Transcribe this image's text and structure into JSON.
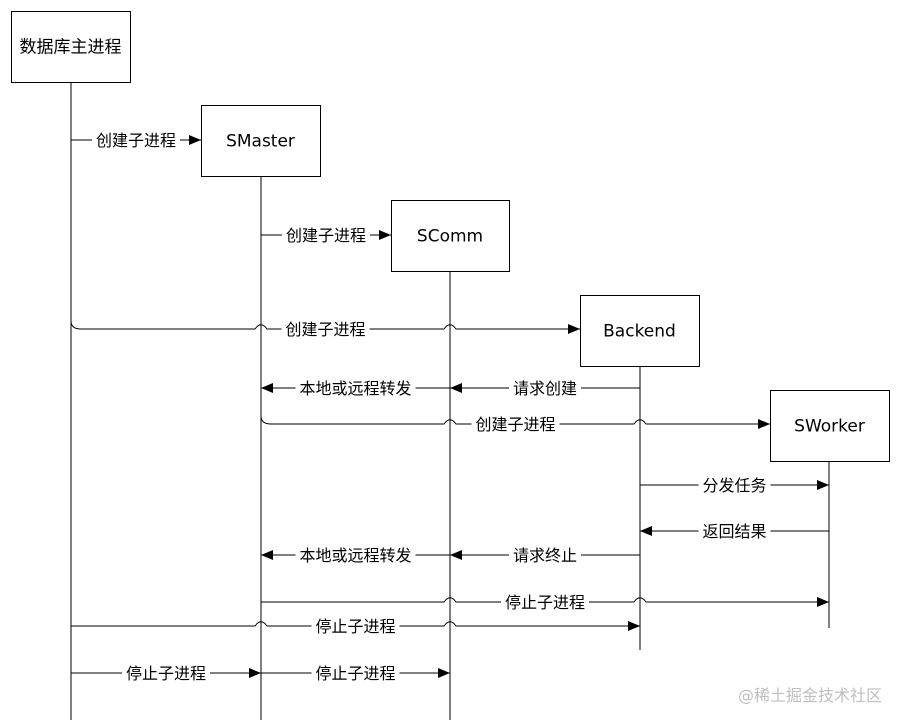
{
  "participants": [
    {
      "id": "main",
      "label": "数据库主进程"
    },
    {
      "id": "smaster",
      "label": "SMaster"
    },
    {
      "id": "scomm",
      "label": "SComm"
    },
    {
      "id": "backend",
      "label": "Backend"
    },
    {
      "id": "sworker",
      "label": "SWorker"
    }
  ],
  "messages": [
    {
      "from": "main",
      "to": "smaster",
      "label": "创建子进程"
    },
    {
      "from": "smaster",
      "to": "scomm",
      "label": "创建子进程"
    },
    {
      "from": "main",
      "to": "backend",
      "label": "创建子进程"
    },
    {
      "from": "backend",
      "to": "scomm",
      "label": "请求创建"
    },
    {
      "from": "scomm",
      "to": "smaster",
      "label": "本地或远程转发"
    },
    {
      "from": "smaster",
      "to": "sworker",
      "label": "创建子进程"
    },
    {
      "from": "backend",
      "to": "sworker",
      "label": "分发任务"
    },
    {
      "from": "sworker",
      "to": "backend",
      "label": "返回结果"
    },
    {
      "from": "backend",
      "to": "scomm",
      "label": "请求终止"
    },
    {
      "from": "scomm",
      "to": "smaster",
      "label": "本地或远程转发"
    },
    {
      "from": "smaster",
      "to": "sworker",
      "label": "停止子进程"
    },
    {
      "from": "main",
      "to": "backend",
      "label": "停止子进程"
    },
    {
      "from": "main",
      "to": "smaster",
      "label": "停止子进程"
    },
    {
      "from": "smaster",
      "to": "scomm",
      "label": "停止子进程"
    }
  ],
  "watermark": "@稀土掘金技术社区"
}
